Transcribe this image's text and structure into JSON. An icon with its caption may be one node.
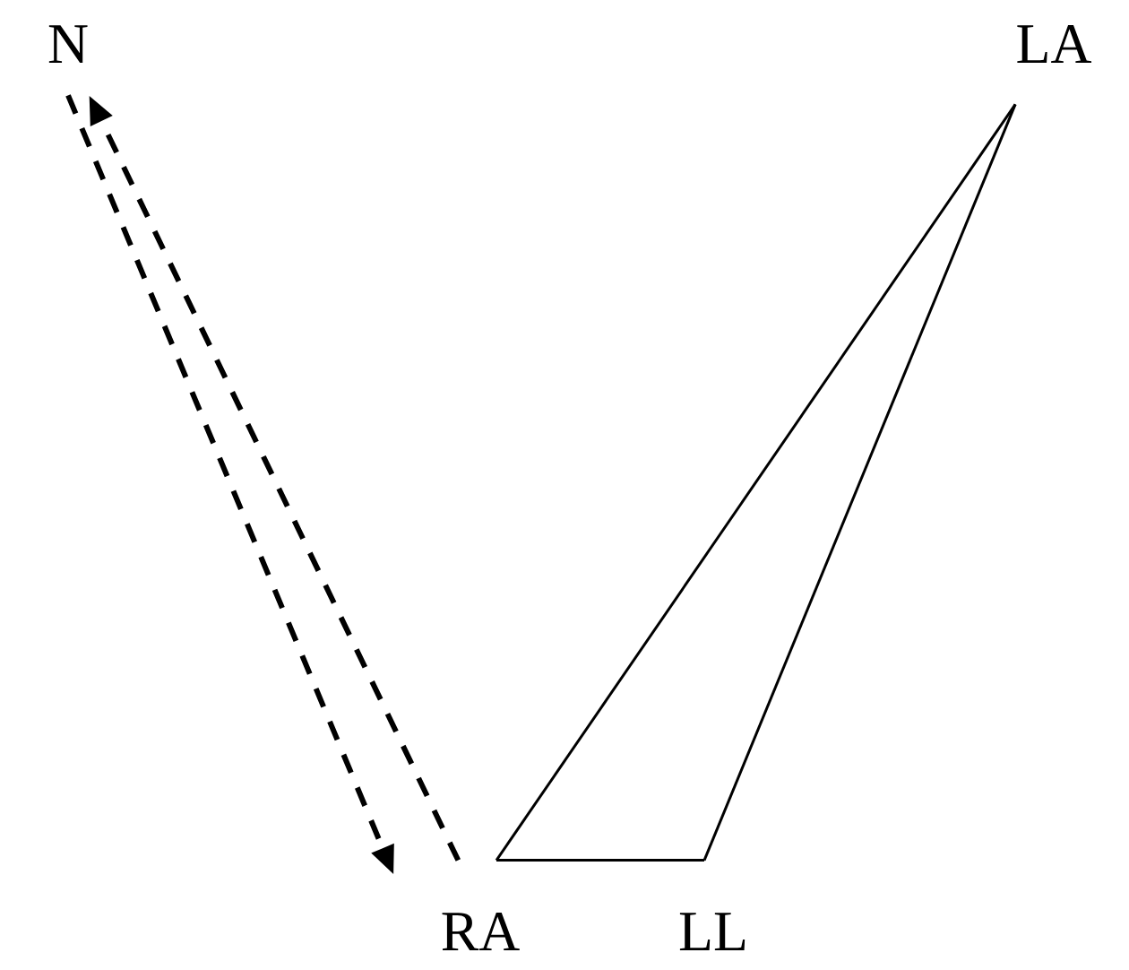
{
  "diagram": {
    "nodes": [
      {
        "text": [
          "N"
        ]
      },
      {
        "text": [
          "RA"
        ]
      },
      {
        "text": [
          "LL"
        ]
      },
      {
        "text": [
          "LA"
        ]
      }
    ],
    "edges": [
      {
        "from": 0,
        "to": 1,
        "arrow": "to",
        "style": "dashed"
      },
      {
        "from": 1,
        "to": 0,
        "arrow": "to",
        "style": "dashed"
      },
      {
        "from": 1,
        "to": 3,
        "arrow": "none"
      },
      {
        "from": 3,
        "to": 2,
        "arrow": "none"
      },
      {
        "from": 1,
        "to": 2,
        "arrow": "none"
      }
    ]
  }
}
